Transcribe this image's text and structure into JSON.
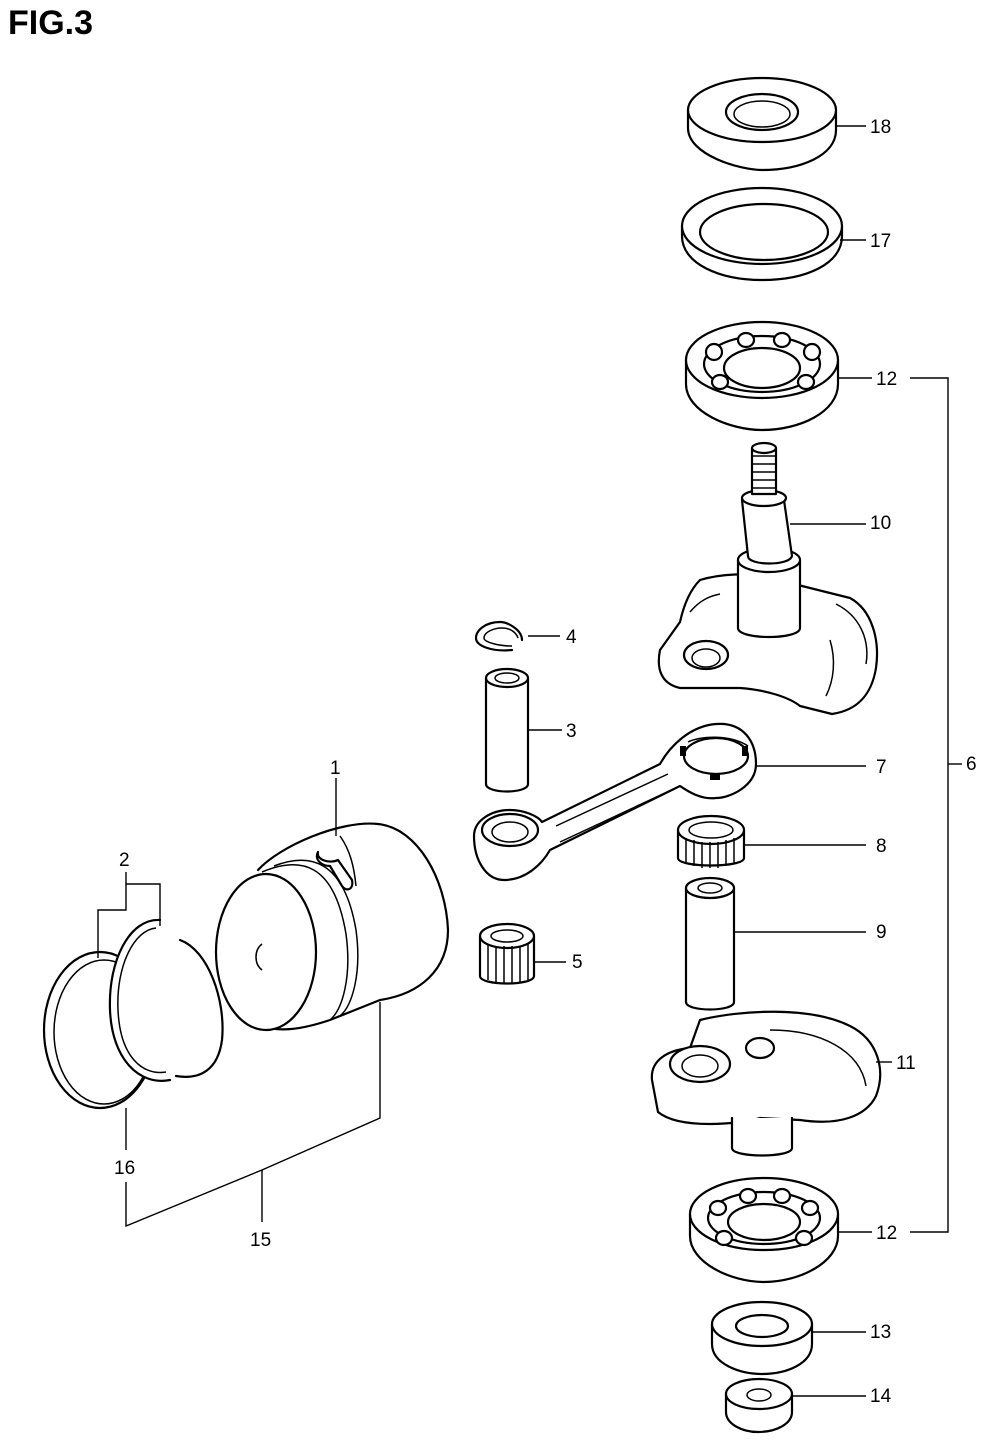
{
  "figure": {
    "title": "FIG.3"
  },
  "callouts": [
    {
      "id": "1",
      "label": "1"
    },
    {
      "id": "2",
      "label": "2"
    },
    {
      "id": "3",
      "label": "3"
    },
    {
      "id": "4",
      "label": "4"
    },
    {
      "id": "5",
      "label": "5"
    },
    {
      "id": "6",
      "label": "6"
    },
    {
      "id": "7",
      "label": "7"
    },
    {
      "id": "8",
      "label": "8"
    },
    {
      "id": "9",
      "label": "9"
    },
    {
      "id": "10",
      "label": "10"
    },
    {
      "id": "11",
      "label": "11"
    },
    {
      "id": "12a",
      "label": "12"
    },
    {
      "id": "12b",
      "label": "12"
    },
    {
      "id": "13",
      "label": "13"
    },
    {
      "id": "14",
      "label": "14"
    },
    {
      "id": "15",
      "label": "15"
    },
    {
      "id": "16",
      "label": "16"
    },
    {
      "id": "17",
      "label": "17"
    },
    {
      "id": "18",
      "label": "18"
    }
  ]
}
